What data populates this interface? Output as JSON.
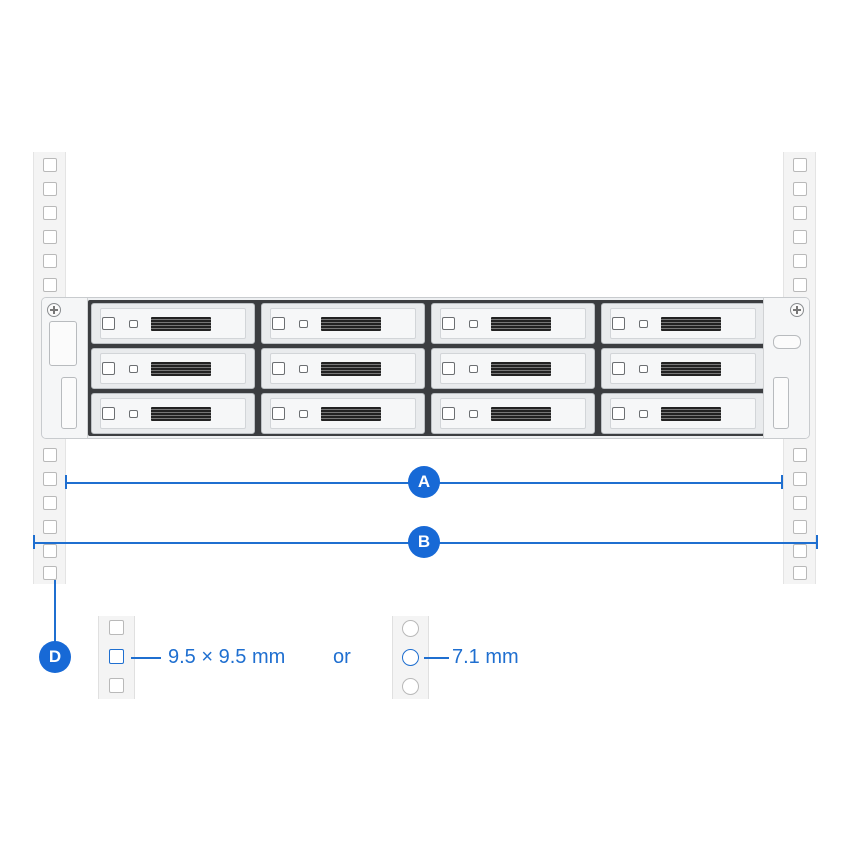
{
  "labels": {
    "dimension_a": "A",
    "dimension_b": "B",
    "dimension_d": "D"
  },
  "hole_options": {
    "square_size": "9.5 × 9.5 mm",
    "separator": "or",
    "round_size": "7.1 mm"
  },
  "colors": {
    "accent": "#1769d6",
    "line": "#1f6fd0",
    "rail": "#f4f4f4",
    "hole_border": "#b9b9b9"
  },
  "device": {
    "bay_rows": 3,
    "bay_columns": 4
  }
}
